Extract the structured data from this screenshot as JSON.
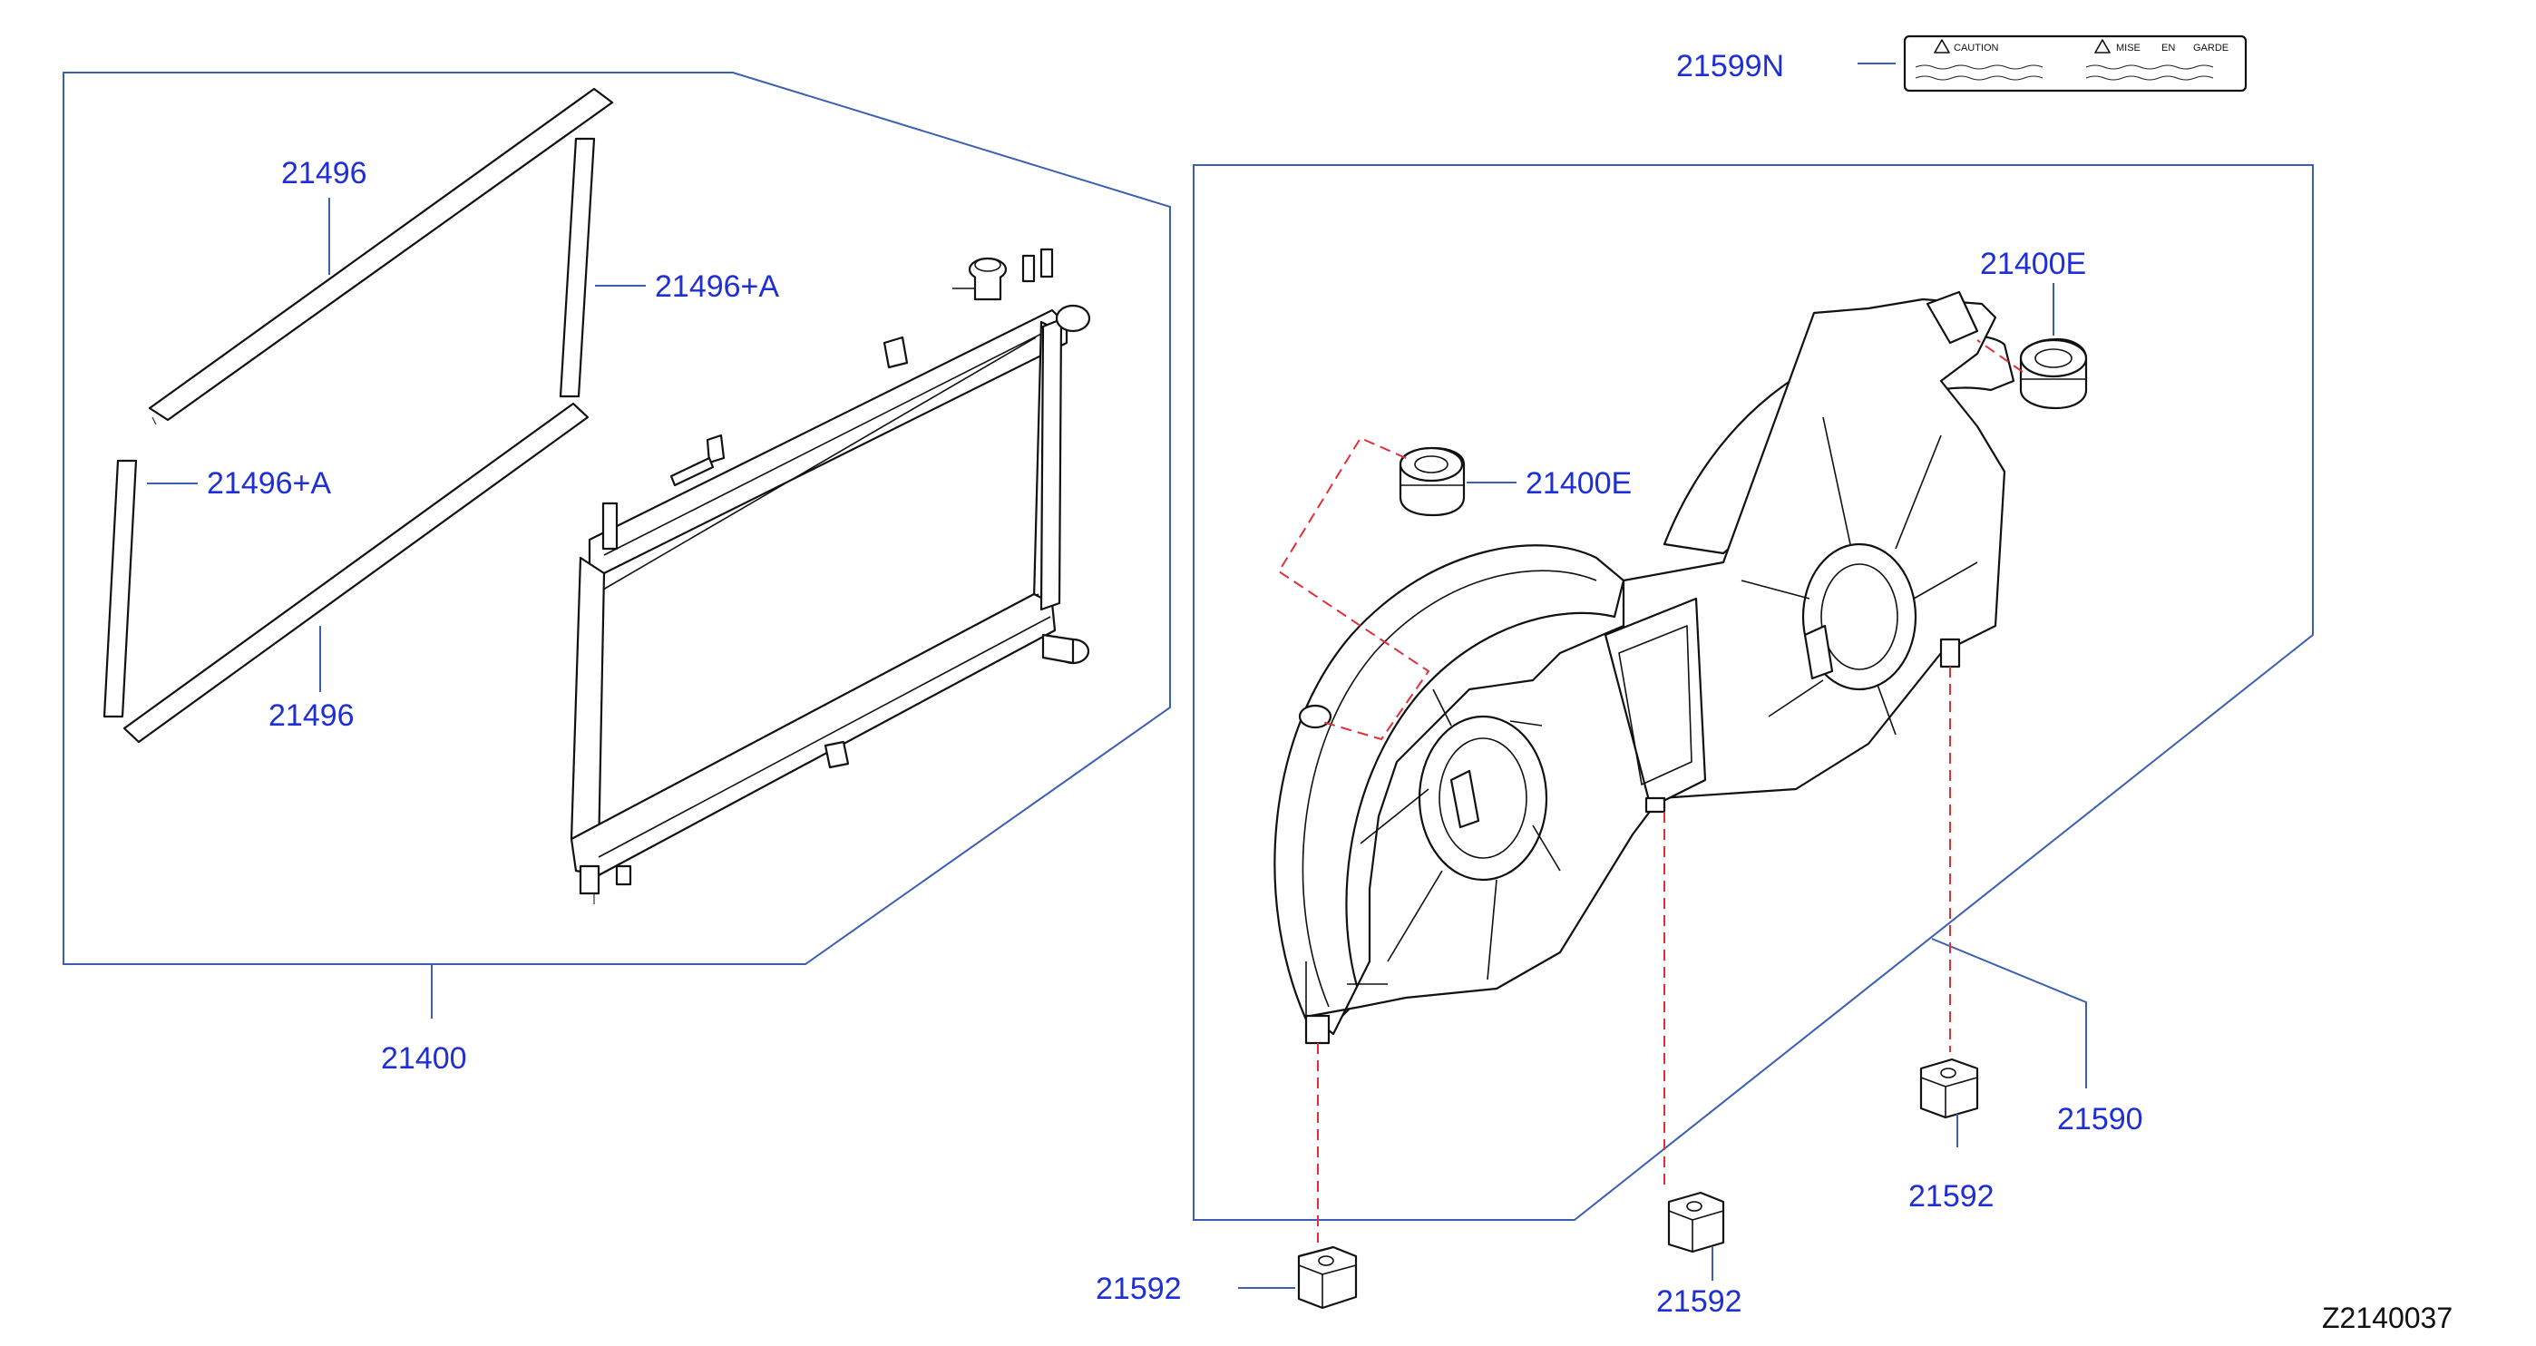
{
  "diagram": {
    "part_labels": {
      "radiator_assembly": "21400",
      "seal_upper": "21496",
      "seal_lower": "21496",
      "seal_side_right": "21496+A",
      "seal_side_left": "21496+A",
      "fan_shroud_assembly": "21590",
      "caution_label": "21599N",
      "bushing_upper": "21400E",
      "bushing_left": "21400E",
      "mount_bottom_left": "21592",
      "mount_bottom_center": "21592",
      "mount_bottom_right": "21592"
    },
    "caution_plate": {
      "left_title": "CAUTION",
      "right_title": "MISE",
      "right_title_2": "EN",
      "right_title_3": "GARDE"
    },
    "drawing_code": "Z2140037"
  }
}
